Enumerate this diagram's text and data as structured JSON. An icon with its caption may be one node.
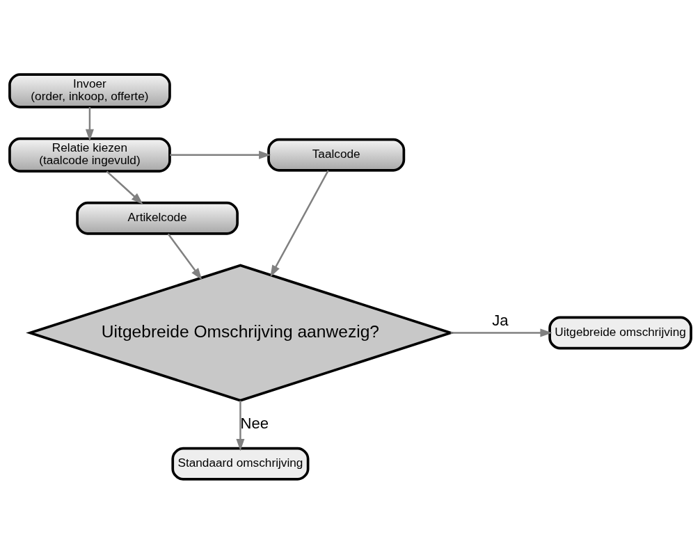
{
  "diagram": {
    "nodes": [
      {
        "text": [
          "Invoer",
          "(order, inkoop, offerte)"
        ]
      },
      {
        "text": [
          "Relatie kiezen",
          "(taalcode ingevuld)"
        ]
      },
      {
        "text": [
          "Taalcode"
        ]
      },
      {
        "text": [
          "Artikelcode"
        ]
      },
      {
        "text": [
          "Uitgebreide Omschrijving aanwezig?"
        ]
      },
      {
        "text": [
          "Uitgebreide omschrijving"
        ]
      },
      {
        "text": [
          "Standaard omschrijving"
        ]
      }
    ],
    "edges": [
      {
        "from": 0,
        "to": 1,
        "arrow": "to"
      },
      {
        "from": 1,
        "to": 2,
        "arrow": "to"
      },
      {
        "from": 1,
        "to": 3,
        "arrow": "to"
      },
      {
        "from": 3,
        "to": 4,
        "arrow": "to"
      },
      {
        "from": 2,
        "to": 4,
        "arrow": "to"
      },
      {
        "from": 4,
        "to": 5,
        "label": "Ja",
        "arrow": "to"
      },
      {
        "from": 4,
        "to": 6,
        "label": "Nee",
        "arrow": "to"
      }
    ]
  }
}
